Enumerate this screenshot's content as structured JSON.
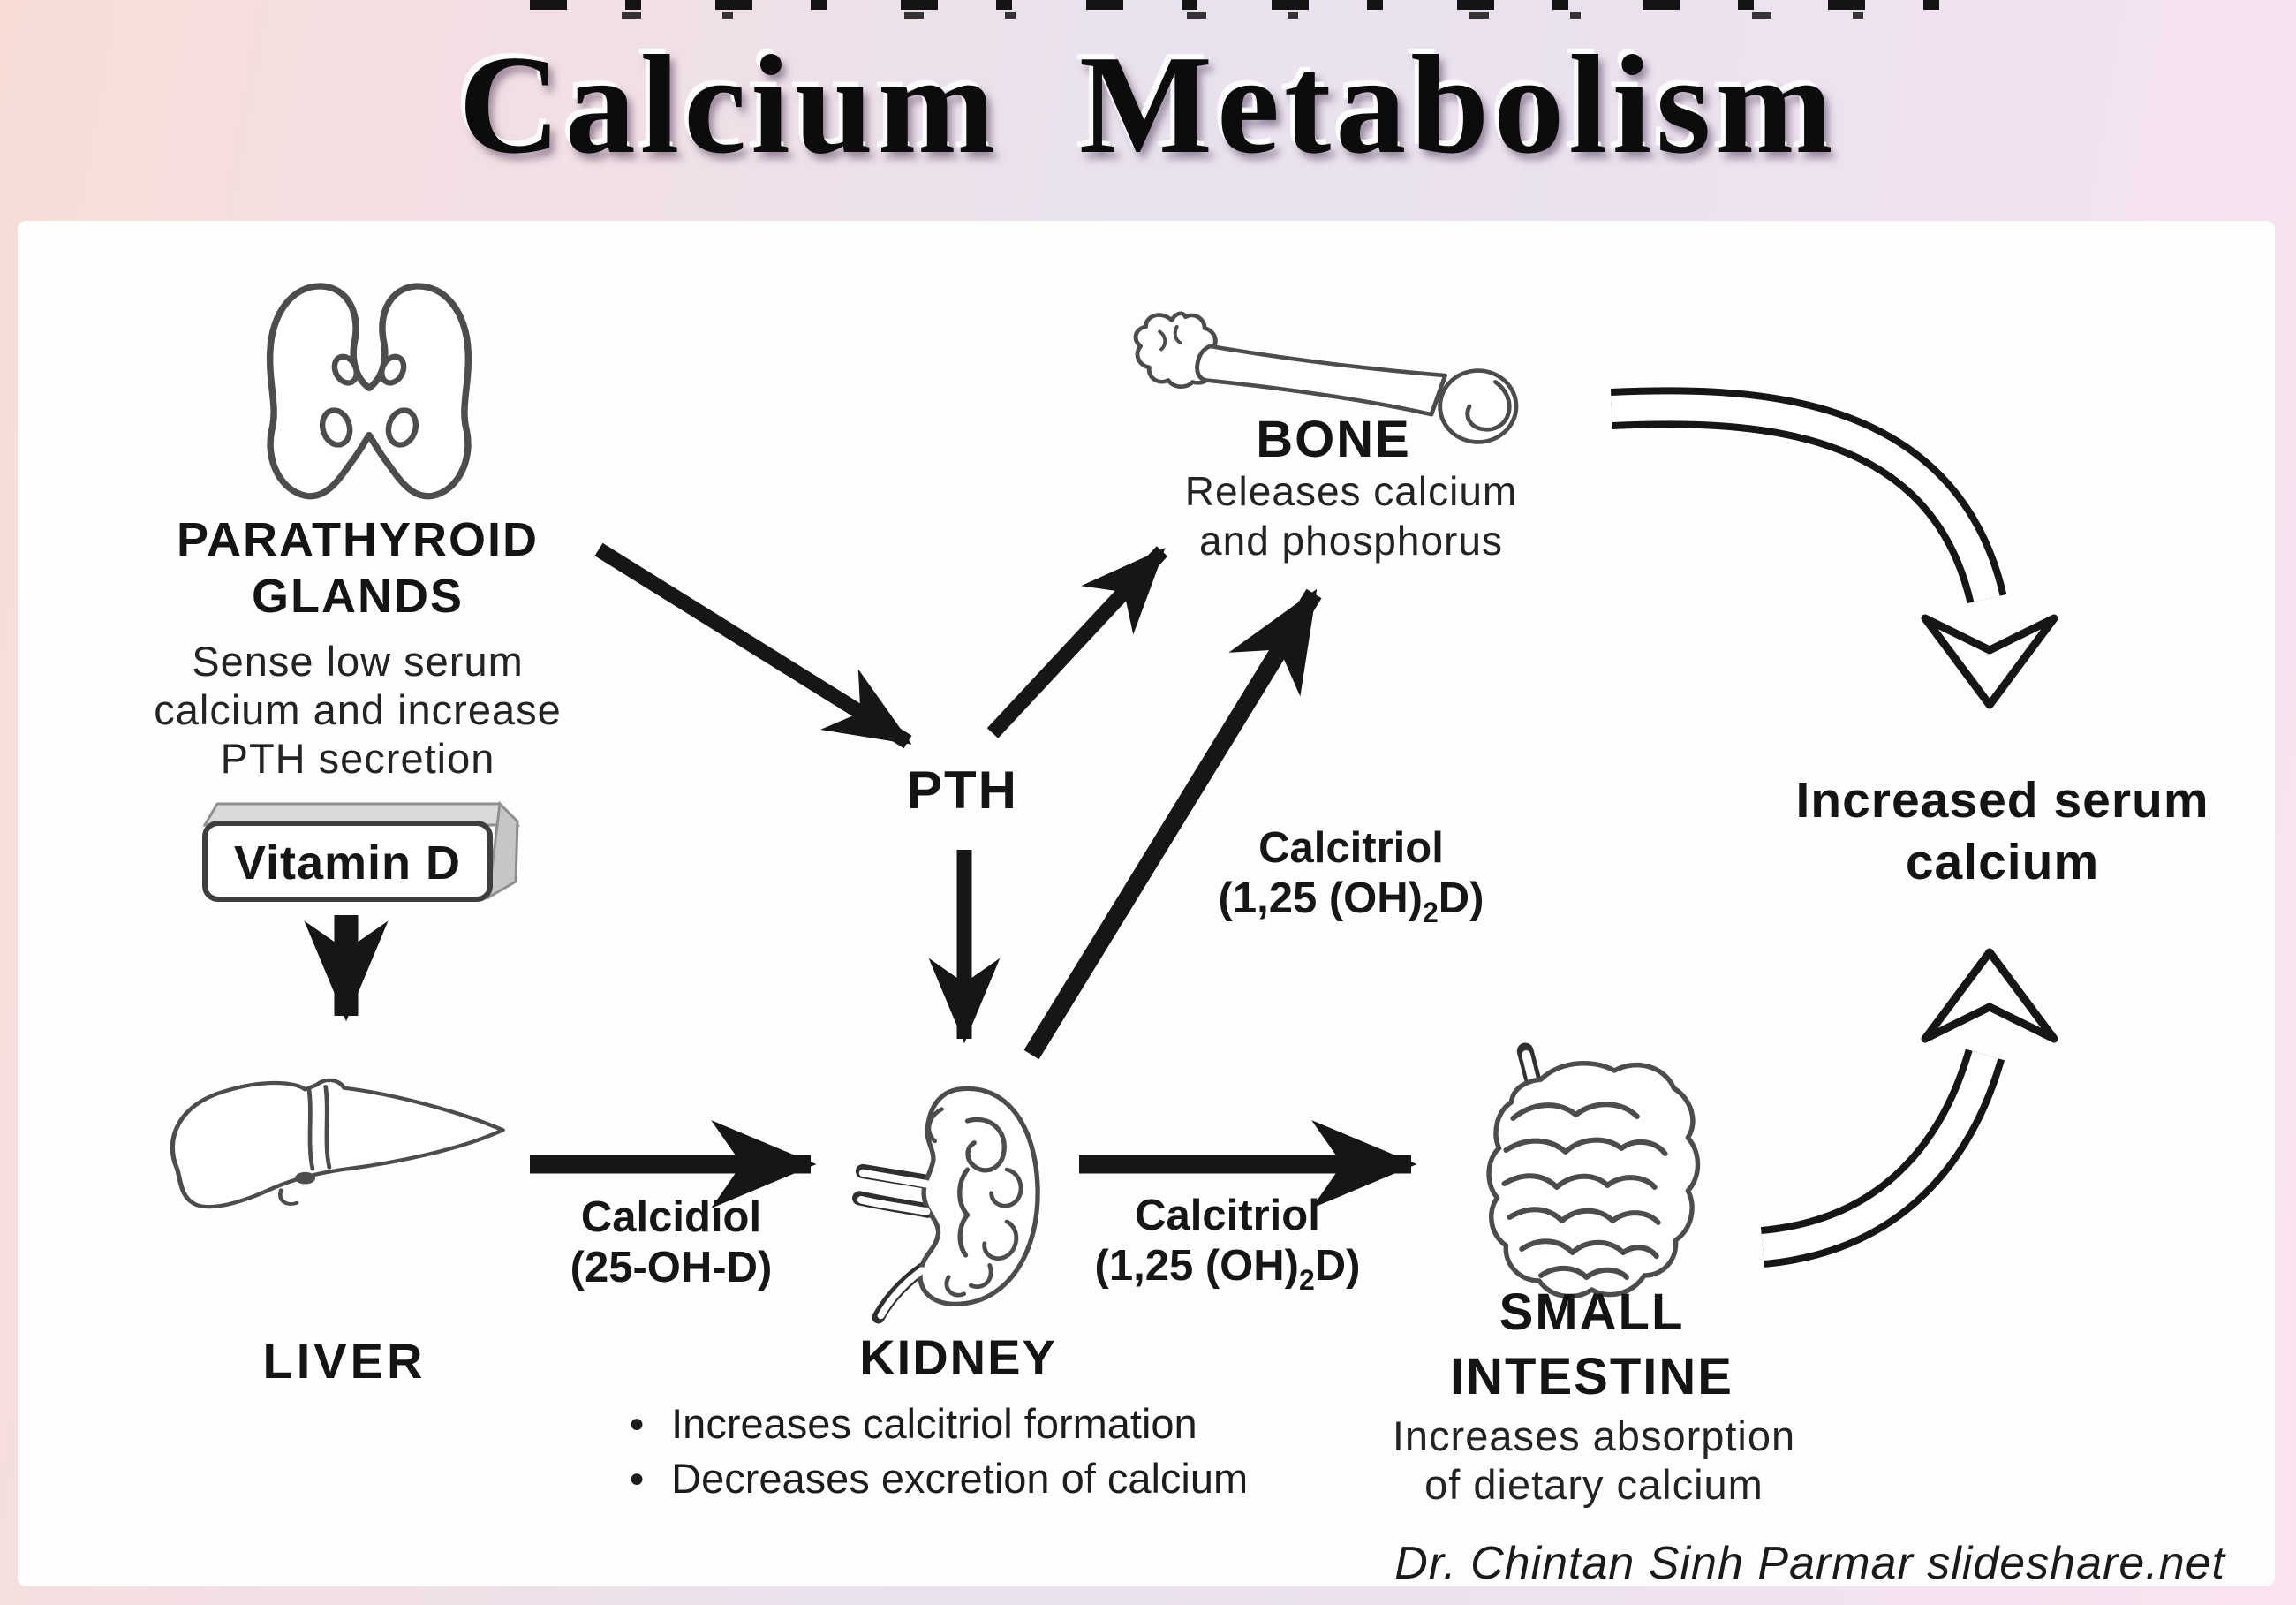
{
  "page": {
    "title": "Calcium  Metabolism",
    "credit": "Dr. Chintan Sinh Parmar slideshare.net"
  },
  "colors": {
    "ink": "#161616",
    "organ_outline": "#4c4c4c",
    "panel": "#fffeff",
    "background_left": "#f7ddd6",
    "background_middle": "#e9e2ee",
    "background_right": "#fae3f1"
  },
  "nodes": {
    "parathyroid": {
      "name": "PARATHYROID\nGLANDS",
      "description": "Sense low serum\ncalcium and increase\nPTH secretion"
    },
    "vitamin_d": {
      "label": "Vitamin D"
    },
    "liver": {
      "name": "LIVER"
    },
    "pth": {
      "label": "PTH"
    },
    "bone": {
      "name": "BONE",
      "description": "Releases calcium\nand phosphorus"
    },
    "kidney": {
      "name": "KIDNEY",
      "bullet_icon": "●",
      "bullets": [
        "Increases calcitriol formation",
        "Decreases excretion of calcium"
      ]
    },
    "small_intestine": {
      "name": "SMALL\nINTESTINE",
      "description": "Increases absorption\nof dietary calcium"
    },
    "outcome": {
      "label": "Increased serum\ncalcium"
    }
  },
  "edges": {
    "vitamin_d_to_liver": {
      "label": ""
    },
    "liver_to_kidney": {
      "line1": "Calcidiol",
      "line2": "(25-OH-D)"
    },
    "kidney_to_bone": {
      "line1": "Calcitriol",
      "formula_pre": "(1,25 (OH)",
      "formula_sub": "2",
      "formula_post": "D)"
    },
    "kidney_to_intestine": {
      "line1": "Calcitriol",
      "formula_pre": "(1,25 (OH)",
      "formula_sub": "2",
      "formula_post": "D)"
    }
  }
}
